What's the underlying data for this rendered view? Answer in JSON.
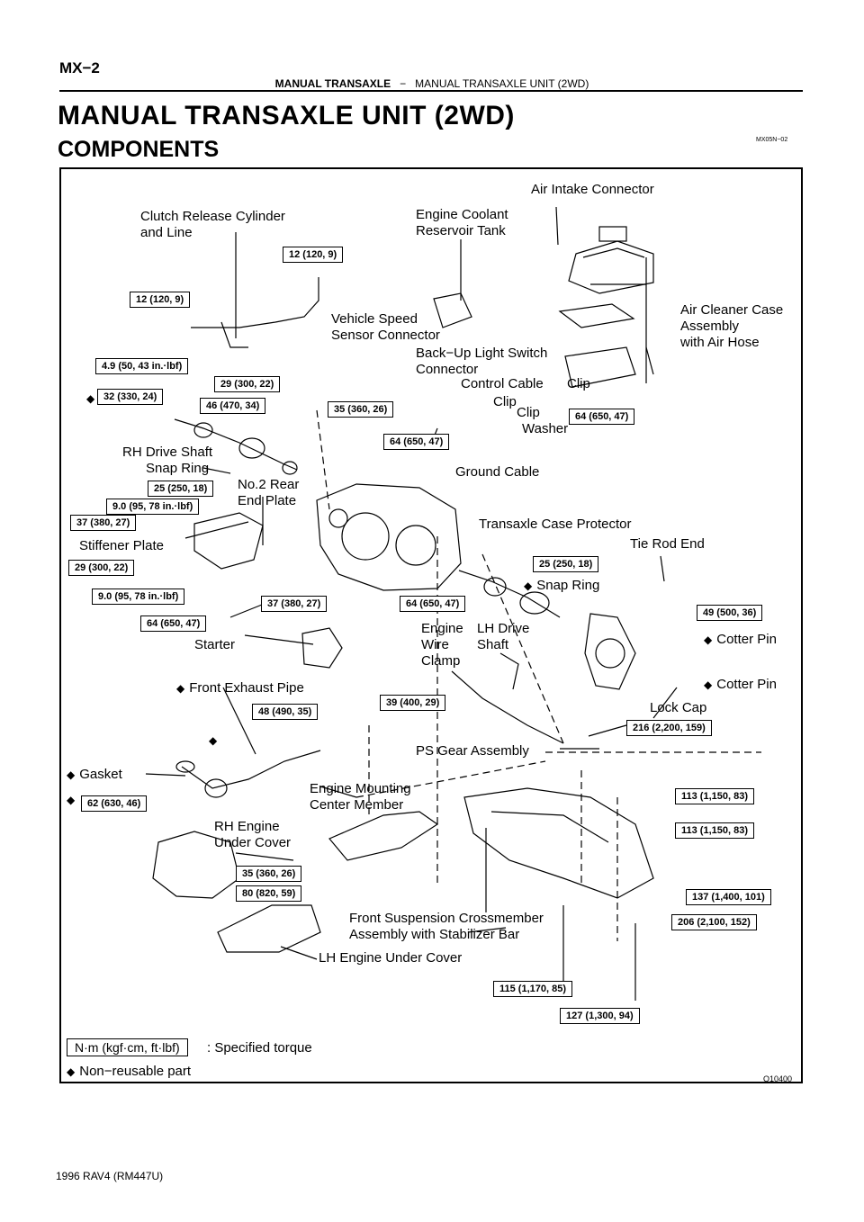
{
  "header": {
    "page_id": "MX−2",
    "section": "MANUAL TRANSAXLE",
    "separator": "−",
    "subsection": "MANUAL TRANSAXLE UNIT (2WD)"
  },
  "title": "MANUAL TRANSAXLE UNIT (2WD)",
  "subtitle": "COMPONENTS",
  "doc_code": "MX05N−02",
  "figure_code": "Q10400",
  "legend": {
    "torque_unit": "N·m (kgf·cm, ft·lbf)",
    "torque_text": ": Specified torque",
    "nonreusable_symbol": "◆",
    "nonreusable_text": "Non−reusable part"
  },
  "footer": "1996 RAV4   (RM447U)",
  "labels": {
    "air_intake": "Air Intake Connector",
    "clutch_release": "Clutch Release Cylinder\nand Line",
    "coolant_tank": "Engine Coolant\nReservoir Tank",
    "air_cleaner": "Air Cleaner Case\nAssembly\nwith Air Hose",
    "vss": "Vehicle Speed\nSensor Connector",
    "backup": "Back−Up Light Switch\nConnector",
    "control_cable": "Control Cable",
    "clip1": "Clip",
    "clip2": "Clip",
    "clip3": "Clip",
    "washer": "Washer",
    "rh_drive": "RH Drive Shaft",
    "snap_ring_rh": "Snap Ring",
    "no2_rear": "No.2 Rear\nEnd Plate",
    "ground_cable": "Ground Cable",
    "case_protector": "Transaxle Case Protector",
    "stiffener": "Stiffener Plate",
    "tie_rod": "Tie Rod End",
    "snap_ring_lh": "Snap Ring",
    "engine_wire": "Engine\nWire\nClamp",
    "lh_drive": "LH Drive\nShaft",
    "cotter1": "Cotter Pin",
    "cotter2": "Cotter Pin",
    "starter": "Starter",
    "front_exhaust": "Front Exhaust Pipe",
    "lock_cap": "Lock Cap",
    "ps_gear": "PS Gear Assembly",
    "gasket": "Gasket",
    "engine_mounting": "Engine Mounting\nCenter Member",
    "rh_under": "RH Engine\nUnder Cover",
    "crossmember": "Front Suspension Crossmember\nAssembly with Stabilizer Bar",
    "lh_under": "LH Engine Under Cover"
  },
  "torques": {
    "t1": "12 (120, 9)",
    "t2": "12 (120, 9)",
    "t3": "4.9 (50, 43 in.·lbf)",
    "t4": "29 (300, 22)",
    "t5": "32 (330, 24)",
    "t6": "46 (470, 34)",
    "t7": "35 (360, 26)",
    "t8": "64 (650, 47)",
    "t9": "64 (650, 47)",
    "t10": "25 (250, 18)",
    "t11": "9.0 (95, 78 in.·lbf)",
    "t12": "37 (380, 27)",
    "t13": "29 (300, 22)",
    "t14": "25 (250, 18)",
    "t15": "9.0 (95, 78 in.·lbf)",
    "t16": "37 (380, 27)",
    "t17": "64 (650, 47)",
    "t18": "64 (650, 47)",
    "t19": "49 (500, 36)",
    "t20": "48 (490, 35)",
    "t21": "39 (400, 29)",
    "t22": "216 (2,200, 159)",
    "t23": "62 (630, 46)",
    "t24": "113 (1,150, 83)",
    "t25": "113 (1,150, 83)",
    "t26": "35 (360, 26)",
    "t27": "80 (820, 59)",
    "t28": "137 (1,400, 101)",
    "t29": "206 (2,100, 152)",
    "t30": "115 (1,170, 85)",
    "t31": "127 (1,300, 94)"
  }
}
